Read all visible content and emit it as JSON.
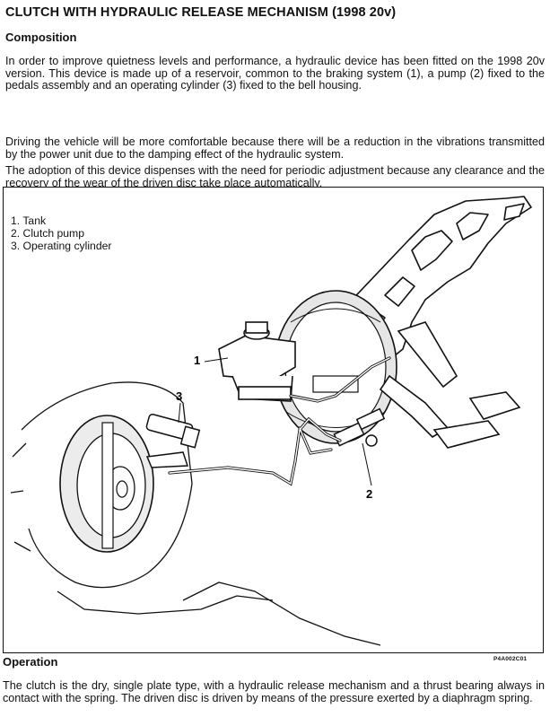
{
  "title": "CLUTCH WITH HYDRAULIC RELEASE MECHANISM (1998 20v)",
  "composition": {
    "heading": "Composition",
    "paragraphs": [
      "In order to improve quietness levels and performance, a hydraulic device has been fitted on the 1998 20v version. This device is made up of a reservoir, common to the braking system (1), a pump (2) fixed to the pedals assembly and an operating cylinder (3) fixed to the bell housing.",
      "Driving the vehicle will be more comfortable because there will be a reduction in the vibrations transmitted by the power unit due to the damping effect of the hydraulic system.",
      "The adoption of this device dispenses with the need for periodic adjustment because any clearance and the recovery of the wear of the driven disc take place automatically."
    ]
  },
  "figure": {
    "legend": [
      "1. Tank",
      "2. Clutch pump",
      "3. Operating cylinder"
    ],
    "callouts": [
      "1",
      "2",
      "3"
    ],
    "code": "P4A002C01"
  },
  "operation": {
    "heading": "Operation",
    "paragraph": "The clutch is the dry, single plate type, with a hydraulic release mechanism and a thrust bearing always in contact with the spring. The driven disc is driven by means of the pressure exerted by a diaphragm spring."
  }
}
